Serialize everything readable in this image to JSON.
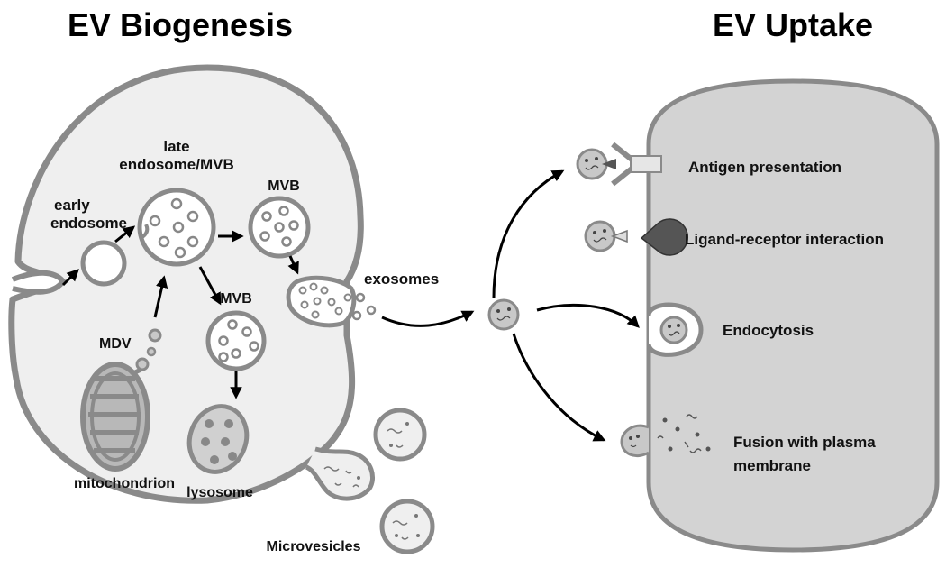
{
  "titles": {
    "left": "EV Biogenesis",
    "right": "EV Uptake"
  },
  "labels": {
    "late_endosome": [
      "late",
      "endosome/MVB"
    ],
    "early_endosome": [
      "early",
      "endosome"
    ],
    "mvb_top": "MVB",
    "mvb_mid": "MVB",
    "exosomes": "exosomes",
    "mdv": "MDV",
    "mitochondrion": "mitochondrion",
    "lysosome": "lysosome",
    "microvesicles": "Microvesicles"
  },
  "uptake": {
    "antigen": "Antigen presentation",
    "ligand": "Ligand-receptor interaction",
    "endocytosis": "Endocytosis",
    "fusion": [
      "Fusion with plasma",
      "membrane"
    ]
  },
  "colors": {
    "cell_fill": "#efefef",
    "cell_stroke": "#8a8a8a",
    "target_fill": "#d3d3d3",
    "vesicle_fill": "#c8c8c8",
    "arrow": "#000000"
  }
}
